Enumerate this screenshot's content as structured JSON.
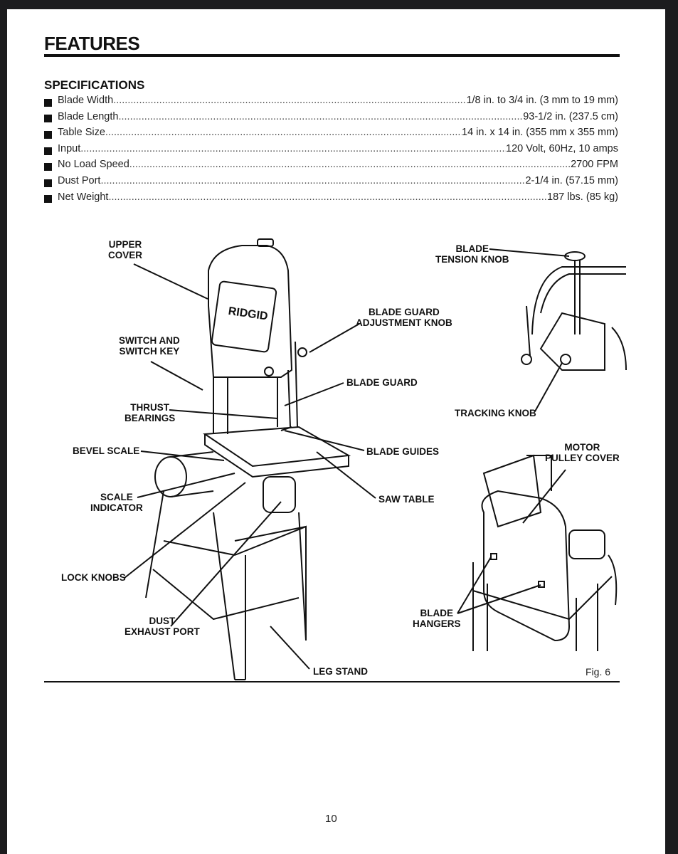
{
  "header": {
    "title": "FEATURES"
  },
  "specifications": {
    "heading": "SPECIFICATIONS",
    "items": [
      {
        "label": "Blade Width",
        "value": "1/8 in. to 3/4 in. (3 mm to 19 mm)"
      },
      {
        "label": "Blade Length",
        "value": "93-1/2 in. (237.5 cm)"
      },
      {
        "label": "Table Size",
        "value": "14 in. x 14 in. (355 mm x 355 mm)"
      },
      {
        "label": "Input",
        "value": "120 Volt, 60Hz, 10 amps"
      },
      {
        "label": "No Load Speed",
        "value": "2700 FPM"
      },
      {
        "label": "Dust Port",
        "value": "2-1/4 in. (57.15 mm)"
      },
      {
        "label": "Net Weight",
        "value": "187 lbs. (85 kg)"
      }
    ]
  },
  "figure": {
    "brand": "RIDGID",
    "labels": {
      "upper_cover": "UPPER\nCOVER",
      "switch": "SWITCH AND\nSWITCH KEY",
      "thrust": "THRUST\nBEARINGS",
      "bevel": "BEVEL SCALE",
      "scale_indicator": "SCALE\nINDICATOR",
      "lock_knobs": "LOCK KNOBS",
      "dust": "DUST\nEXHAUST PORT",
      "leg_stand": "LEG STAND",
      "guard_adj": "BLADE GUARD\nADJUSTMENT KNOB",
      "blade_guard": "BLADE GUARD",
      "blade_guides": "BLADE GUIDES",
      "saw_table": "SAW TABLE",
      "tension": "BLADE\nTENSION KNOB",
      "tracking": "TRACKING KNOB",
      "motor_pulley": "MOTOR\nPULLEY COVER",
      "hangers": "BLADE\nHANGERS"
    },
    "caption": "Fig. 6"
  },
  "footer": {
    "page_number": "10"
  }
}
